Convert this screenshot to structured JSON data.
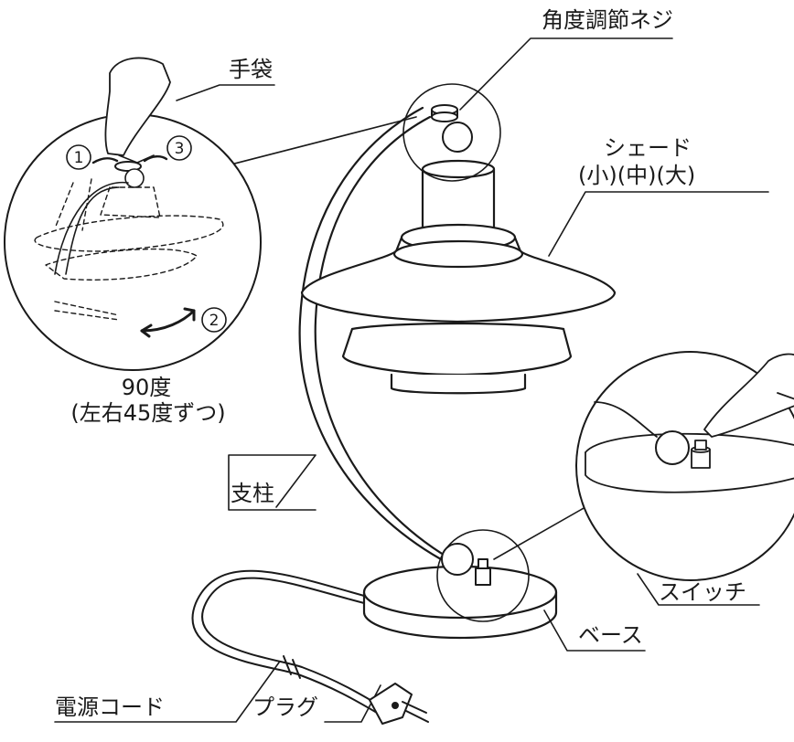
{
  "labels": {
    "angle_knob": "角度調節ネジ",
    "glove": "手袋",
    "shade_title": "シェード",
    "shade_sizes": "(小)(中)(大)",
    "rotation_deg": "90度",
    "rotation_note": "(左右45度ずつ)",
    "pillar": "支柱",
    "switch": "スイッチ",
    "base": "ベース",
    "power_cord": "電源コード",
    "plug": "プラグ"
  },
  "steps": [
    "1",
    "2",
    "3"
  ],
  "colors": {
    "line": "#1a1a1a",
    "background": "#ffffff"
  }
}
